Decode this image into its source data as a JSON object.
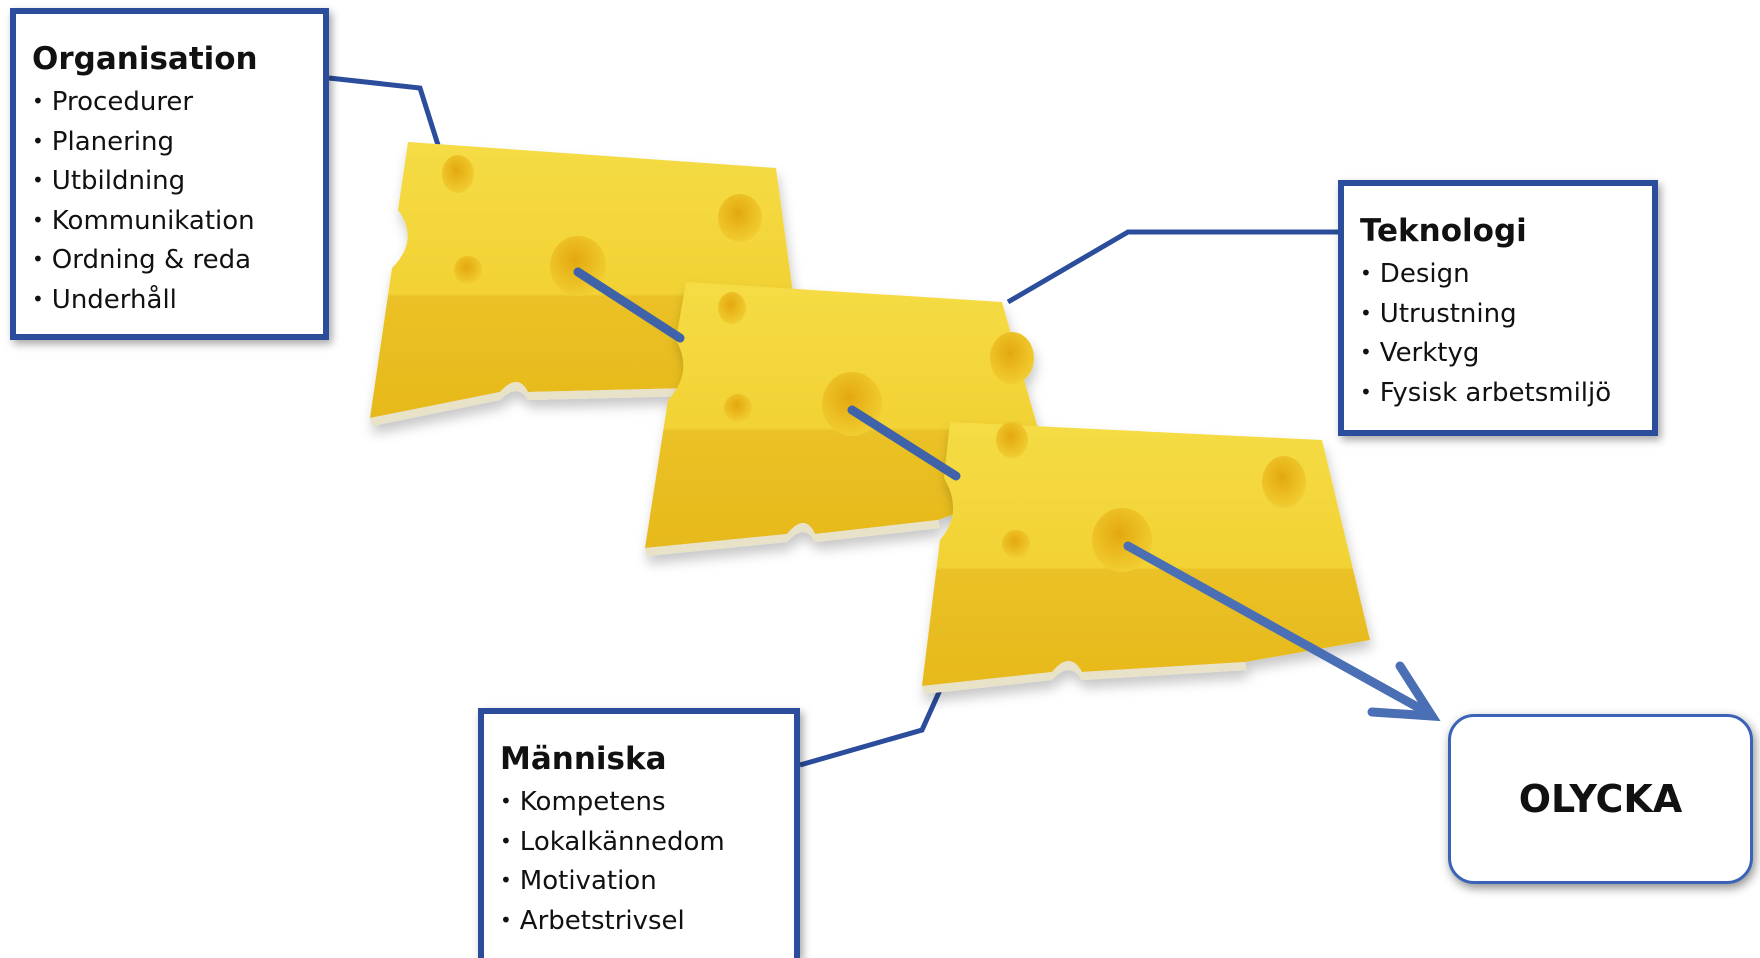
{
  "boxes": {
    "organisation": {
      "title": "Organisation",
      "items": [
        "Procedurer",
        "Planering",
        "Utbildning",
        "Kommunikation",
        "Ordning & reda",
        "Underhåll"
      ]
    },
    "teknologi": {
      "title": "Teknologi",
      "items": [
        "Design",
        "Utrustning",
        "Verktyg",
        "Fysisk arbetsmiljö"
      ]
    },
    "manniska": {
      "title": "Människa",
      "items": [
        "Kompetens",
        "Lokalkännedom",
        "Motivation",
        "Arbetstrivsel"
      ]
    },
    "olycka": {
      "label": "OLYCKA"
    }
  },
  "colors": {
    "box_border": "#2b4d9c",
    "connector": "#2b4d9c",
    "arrow": "#4a6fb5",
    "cheese_top": "#f2d33a",
    "cheese_bottom": "#e9bf1c"
  }
}
